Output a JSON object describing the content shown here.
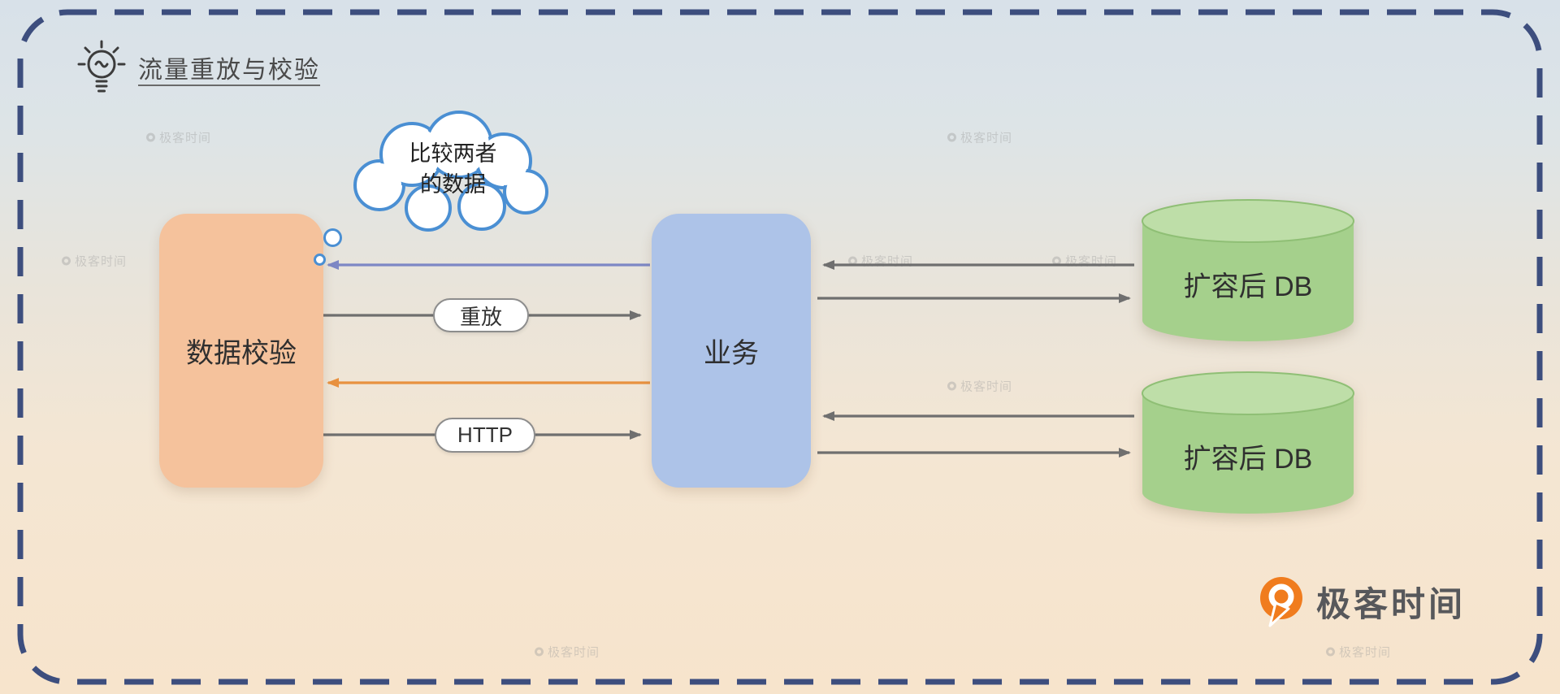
{
  "title": "流量重放与校验",
  "thought_cloud": {
    "line1": "比较两者",
    "line2": "的数据"
  },
  "nodes": {
    "validator": {
      "label": "数据校验",
      "fill": "#f5c29c"
    },
    "business": {
      "label": "业务",
      "fill": "#adc3e8"
    },
    "db_top": {
      "label": "扩容后 DB",
      "fill": "#a5d08c"
    },
    "db_bottom": {
      "label": "扩容后 DB",
      "fill": "#a5d08c"
    }
  },
  "arrow_labels": {
    "replay": "重放",
    "http": "HTTP"
  },
  "edges": [
    {
      "from": "business",
      "to": "validator",
      "color": "#7d87c5",
      "label": ""
    },
    {
      "from": "validator",
      "to": "business",
      "color": "#6f6f6f",
      "label": "重放"
    },
    {
      "from": "business",
      "to": "validator",
      "color": "#e8913f",
      "label": ""
    },
    {
      "from": "validator",
      "to": "business",
      "color": "#6f6f6f",
      "label": "HTTP"
    },
    {
      "from": "db_top",
      "to": "business",
      "color": "#6f6f6f",
      "label": ""
    },
    {
      "from": "business",
      "to": "db_top",
      "color": "#6f6f6f",
      "label": ""
    },
    {
      "from": "db_bottom",
      "to": "business",
      "color": "#6f6f6f",
      "label": ""
    },
    {
      "from": "business",
      "to": "db_bottom",
      "color": "#6f6f6f",
      "label": ""
    }
  ],
  "watermark_text": "极客时间",
  "logo": {
    "text": "极客时间"
  },
  "icons": {
    "title_icon": "lightbulb",
    "logo_mark": "geektime-logo"
  },
  "colors": {
    "frame": "#3d4e7e",
    "validator_fill": "#f5c29c",
    "business_fill": "#adc3e8",
    "db_fill": "#a5d08c",
    "arrow_gray": "#6f6f6f",
    "arrow_blue": "#7d87c5",
    "arrow_orange": "#e8913f",
    "cloud_stroke": "#4a8fd3",
    "logo_orange": "#f07c1e"
  }
}
